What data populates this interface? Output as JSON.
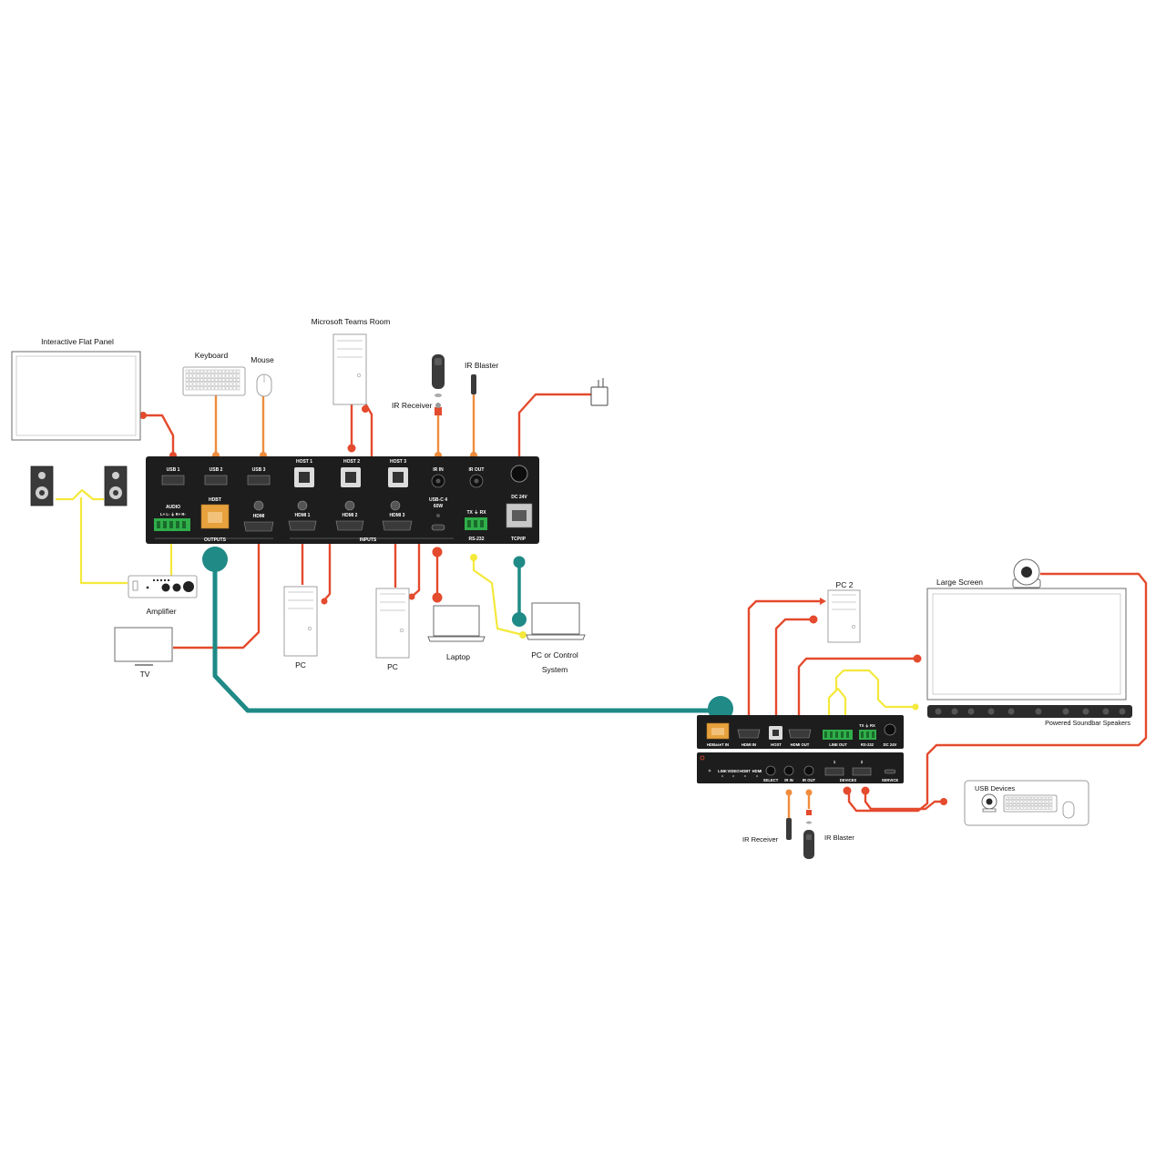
{
  "labels": {
    "interactive_flat_panel": "Interactive Flat Panel",
    "keyboard": "Keyboard",
    "mouse": "Mouse",
    "microsoft_teams_room": "Microsoft Teams Room",
    "ir_blaster_top": "IR Blaster",
    "ir_receiver_top": "IR Receiver",
    "amplifier": "Amplifier",
    "tv": "TV",
    "pc_1": "PC",
    "pc_2": "PC",
    "laptop": "Laptop",
    "pc_control_line1": "PC or Control",
    "pc_control_line2": "System",
    "pc2_remote": "PC 2",
    "large_screen": "Large Screen",
    "soundbar": "Powered Soundbar Speakers",
    "usb_devices": "USB Devices",
    "ir_receiver_bottom": "IR Receiver",
    "ir_blaster_bottom": "IR Blaster"
  },
  "switcher_ports": {
    "usb1": "USB 1",
    "usb2": "USB 2",
    "usb3": "USB 3",
    "host1": "HOST 1",
    "host2": "HOST 2",
    "host3": "HOST 3",
    "ir_in": "IR IN",
    "ir_out": "IR OUT",
    "audio": "AUDIO",
    "audio_pins": "L+ L- ⏚ R+ R-",
    "hdbt": "HDBT",
    "hdmi_out": "HDMI",
    "hdmi1": "HDMI 1",
    "hdmi2": "HDMI 2",
    "hdmi3": "HDMI 3",
    "usbc": "USB-C 4",
    "usbc_power": "60W",
    "txrx": "TX ⏚ RX",
    "rs232": "RS-232",
    "dc24v": "DC 24V",
    "tcpip": "TCP/IP",
    "outputs": "OUTPUTS",
    "inputs": "INPUTS"
  },
  "receiver_ports": {
    "hdbaset_in": "HDBaseT IN",
    "hdmi_in": "HDMI IN",
    "host": "HOST",
    "hdmi_out": "HDMI OUT",
    "line_out": "LINE OUT",
    "rs232": "RS-232",
    "dc24v": "DC 24V",
    "txrx": "TX ⏚ RX",
    "front_link": "LINK",
    "front_video": "VIDEO",
    "front_hdbt": "HDBT",
    "front_hdmi": "HDMI",
    "select": "SELECT",
    "ir_in": "IR IN",
    "ir_out": "IR OUT",
    "port1": "1",
    "port2": "2",
    "devices": "DEVICES",
    "service": "SERVICE"
  },
  "colors": {
    "usb_cable": "#e44a2d",
    "hdmi_cable": "#e44a2d",
    "ir_cable": "#f08c3c",
    "audio_cable": "#f4e93b",
    "hdbaset_cable": "#1f8a86",
    "chassis": "#1d1d1d"
  }
}
